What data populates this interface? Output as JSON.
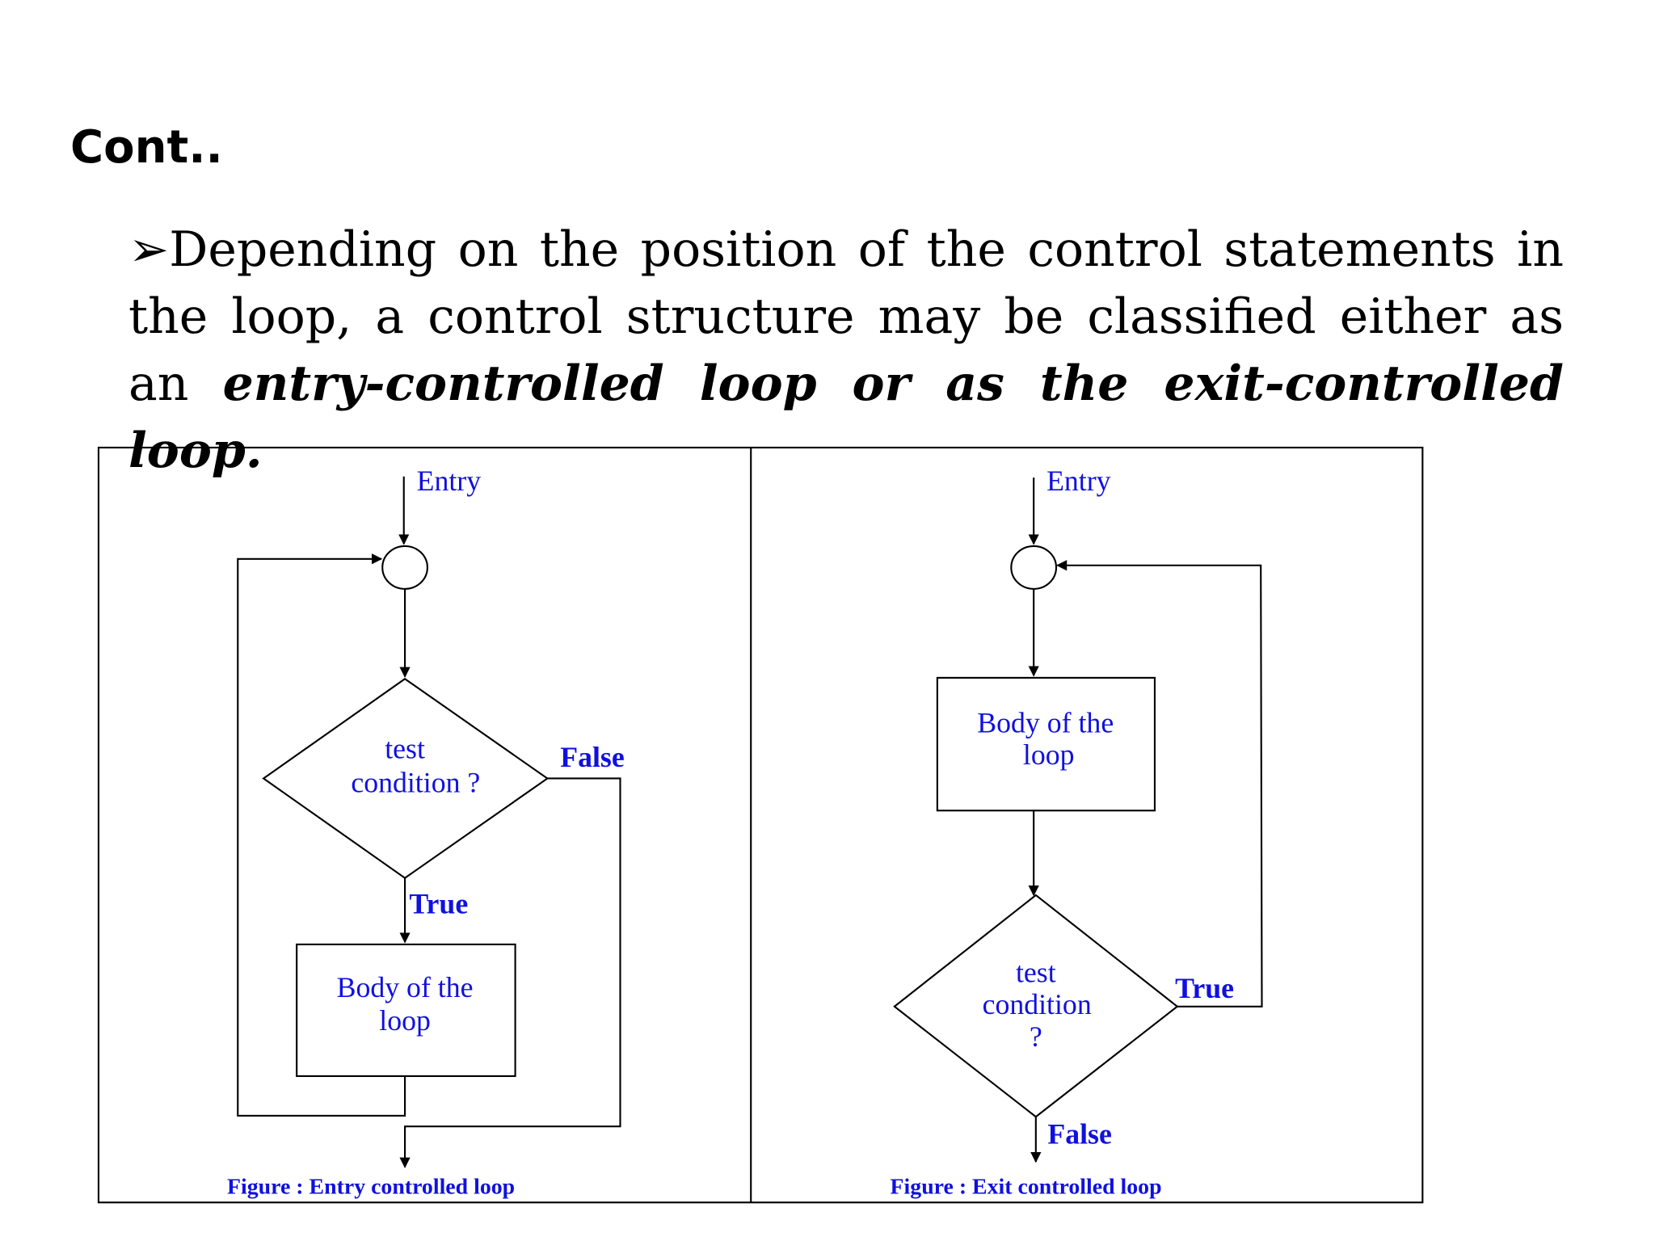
{
  "slide": {
    "title": "Cont..",
    "bullet_marker": "➢",
    "paragraph_plain": "Depending on the position of the control statements in the loop, a control structure may be classified either as an ",
    "paragraph_emphasis": "entry-controlled loop or as the exit-controlled loop."
  },
  "entry_diagram": {
    "entry_label": "Entry",
    "condition_line1": "test",
    "condition_line2": "condition ?",
    "false_label": "False",
    "true_label": "True",
    "body_line1": "Body of the",
    "body_line2": "loop",
    "caption": "Figure : Entry controlled loop"
  },
  "exit_diagram": {
    "entry_label": "Entry",
    "body_line1": "Body of the",
    "body_line2": "loop",
    "condition_line1": "test",
    "condition_line2": "condition",
    "condition_line3": "?",
    "true_label": "True",
    "false_label": "False",
    "caption": "Figure : Exit controlled loop"
  },
  "colors": {
    "label_text": "#1010e0",
    "lines": "#000000"
  }
}
